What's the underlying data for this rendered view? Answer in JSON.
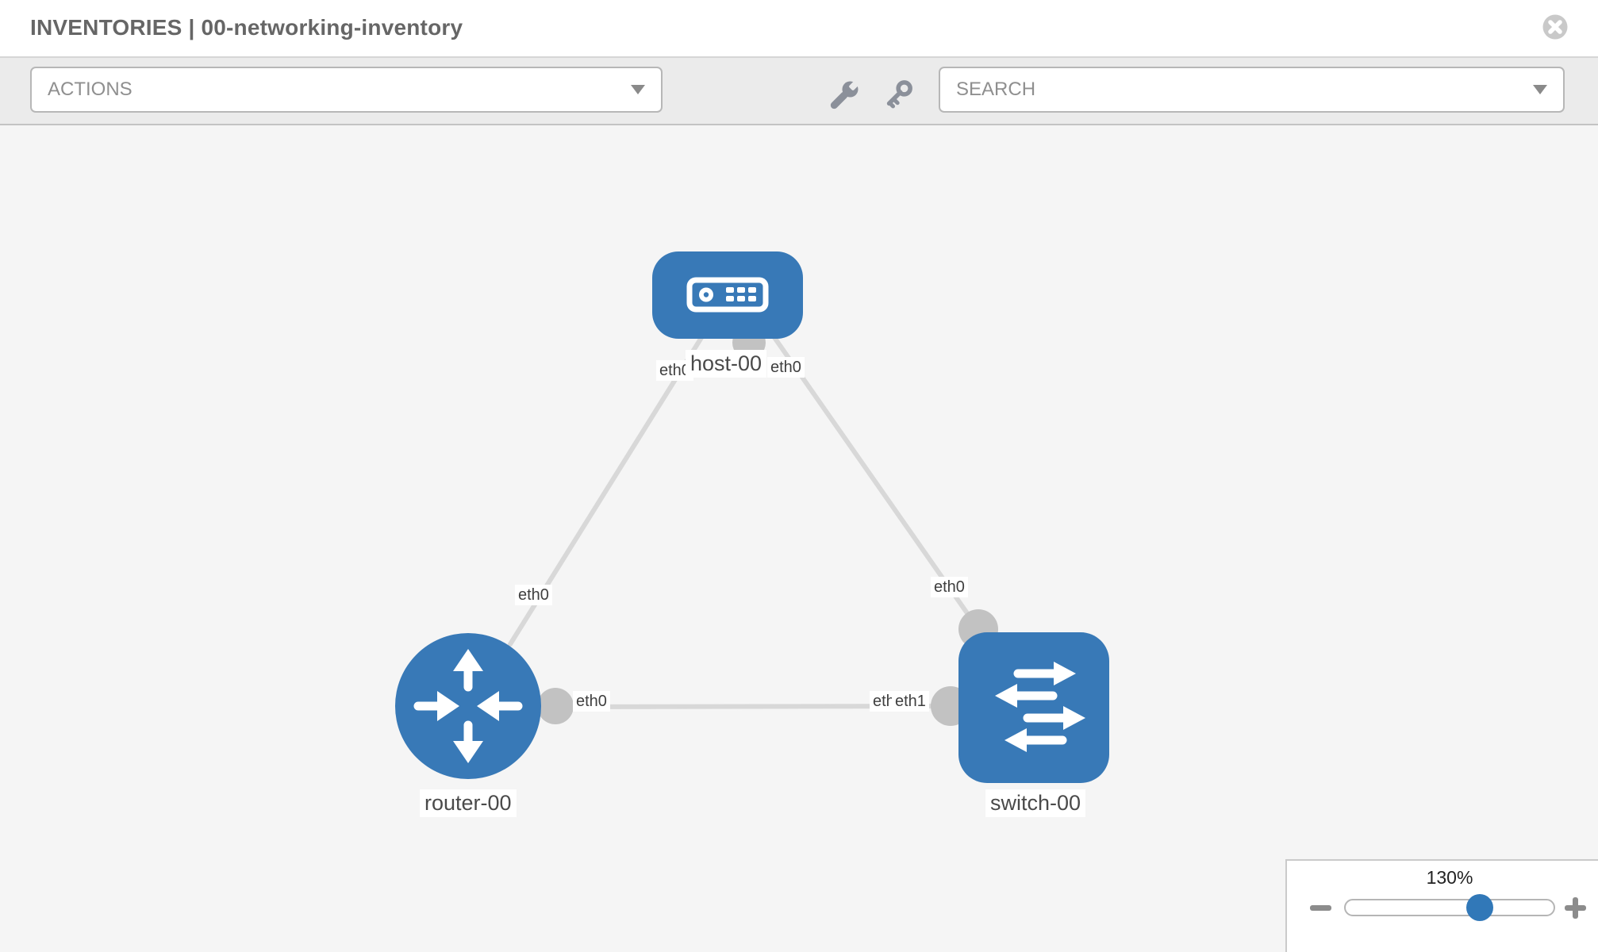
{
  "header": {
    "title": "INVENTORIES | 00-networking-inventory"
  },
  "toolbar": {
    "actions_label": "ACTIONS",
    "search_placeholder": "SEARCH",
    "icons": [
      "wrench-icon",
      "key-icon"
    ]
  },
  "topology": {
    "nodes": [
      {
        "id": "host-00",
        "type": "host",
        "label": "host-00"
      },
      {
        "id": "router-00",
        "type": "router",
        "label": "router-00"
      },
      {
        "id": "switch-00",
        "type": "switch",
        "label": "switch-00"
      }
    ],
    "links": [
      {
        "from": "host-00",
        "from_interface": "eth0",
        "to": "router-00",
        "to_interface": "eth0"
      },
      {
        "from": "host-00",
        "from_interface": "eth0",
        "to": "switch-00",
        "to_interface": "eth0"
      },
      {
        "from": "router-00",
        "from_interface": "eth0",
        "to": "switch-00",
        "to_interface": "eth1"
      }
    ],
    "interface_chips": [
      {
        "id": "host-link-a",
        "text": "eth0"
      },
      {
        "id": "host-link-b",
        "text": "eth0"
      },
      {
        "id": "router-link-a",
        "text": "eth0"
      },
      {
        "id": "switch-link-b",
        "text": "eth0"
      },
      {
        "id": "router-link-c",
        "text": "eth0"
      },
      {
        "id": "switch-link-c-under",
        "text": "eth0"
      },
      {
        "id": "switch-link-c",
        "text": "eth1"
      }
    ]
  },
  "zoom_control": {
    "level": "130%"
  },
  "colors": {
    "node_blue": "#3879b7",
    "link_gray": "#d8d8d8",
    "interface_gray": "#c2c2c2",
    "toolbar_bg": "#ebebeb",
    "canvas_bg": "#f5f5f5"
  }
}
